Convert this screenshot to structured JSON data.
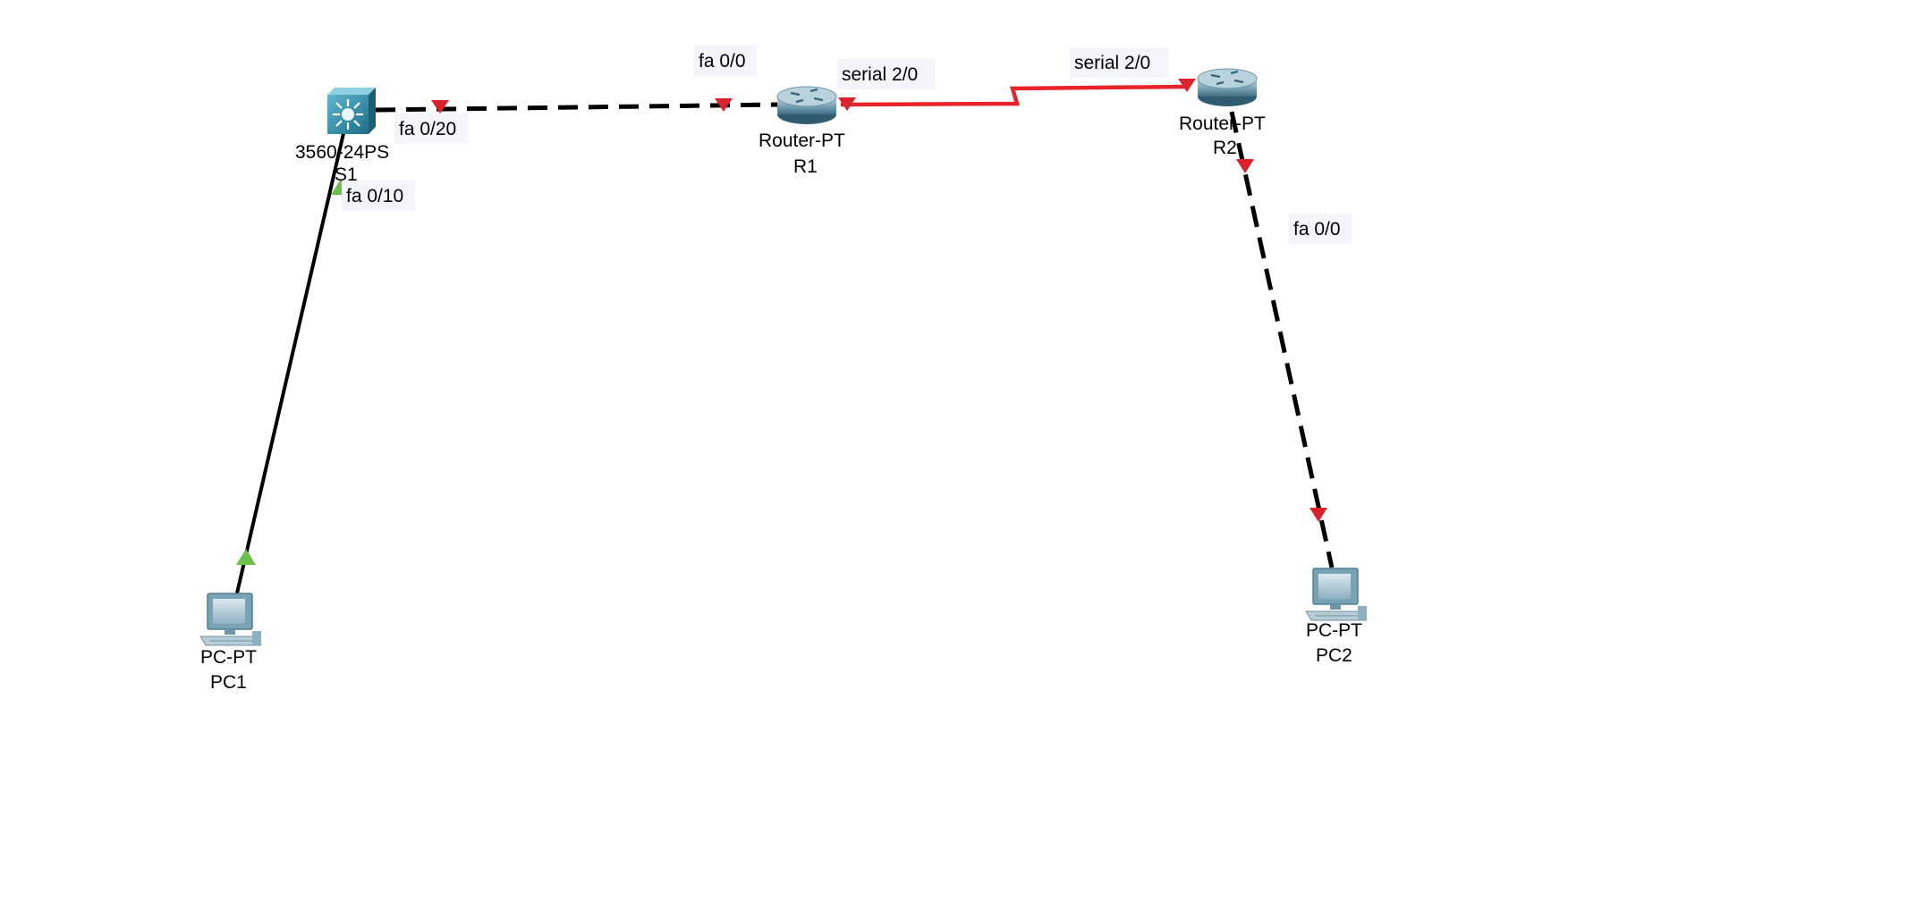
{
  "devices": {
    "s1": {
      "model": "3560-24PS",
      "name": "S1",
      "icon": "multilayer-switch-icon"
    },
    "r1": {
      "model": "Router-PT",
      "name": "R1",
      "icon": "router-icon"
    },
    "r2": {
      "model": "Router-PT",
      "name": "R2",
      "icon": "router-icon"
    },
    "pc1": {
      "model": "PC-PT",
      "name": "PC1",
      "icon": "pc-icon"
    },
    "pc2": {
      "model": "PC-PT",
      "name": "PC2",
      "icon": "pc-icon"
    }
  },
  "ports": {
    "s1_to_r1": "fa 0/20",
    "r1_to_s1": "fa 0/0",
    "r1_to_r2": "serial 2/0",
    "r2_to_r1": "serial 2/0",
    "s1_to_pc1": "fa 0/10",
    "r2_to_pc2": "fa 0/0"
  },
  "links": [
    {
      "from": "S1",
      "to": "R1",
      "type": "copper-crossover",
      "status": "down"
    },
    {
      "from": "R1",
      "to": "R2",
      "type": "serial",
      "status": "down"
    },
    {
      "from": "S1",
      "to": "PC1",
      "type": "copper-straight",
      "status": "up"
    },
    {
      "from": "R2",
      "to": "PC2",
      "type": "copper-crossover",
      "status": "down"
    }
  ],
  "colors": {
    "link_black": "#000000",
    "serial_red": "#e8232a",
    "status_down": "#d9242d",
    "status_up": "#6cc04a",
    "switch_teal": "#2a8aa6",
    "router_blue": "#5a8fa6",
    "pc_gray": "#a9c2cf"
  }
}
